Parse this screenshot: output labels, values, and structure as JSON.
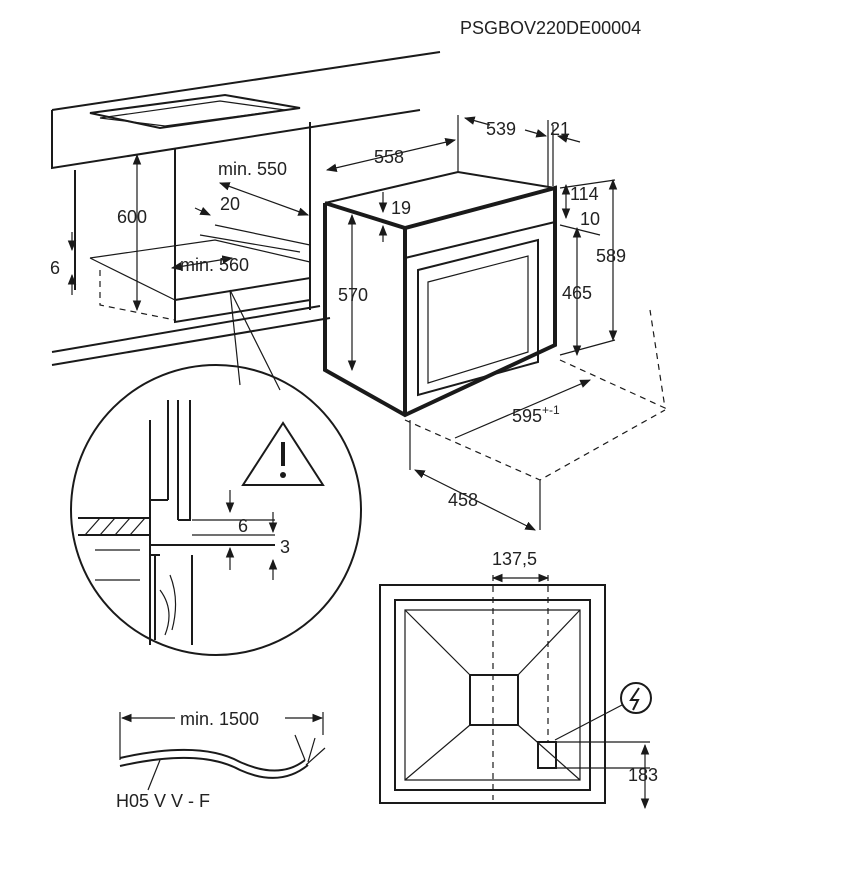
{
  "code": "PSGBOV220DE00004",
  "cabinet": {
    "depth_min": "min. 550",
    "height": "600",
    "gap": "20",
    "shelf": "6",
    "width_min": "min. 560"
  },
  "oven": {
    "depth": "558",
    "depth_body": "539",
    "front": "21",
    "top": "19",
    "height": "570",
    "panel": "114",
    "gap": "10",
    "body_height": "465",
    "total_height": "589",
    "width": "595",
    "width_tol": "+-1",
    "base_depth": "458"
  },
  "detail": {
    "gap_a": "6",
    "gap_b": "3"
  },
  "back": {
    "offset": "137,5",
    "socket_height": "183"
  },
  "cable": {
    "length": "min. 1500",
    "type": "H05 V V - F"
  },
  "icons": {
    "warning": "warning-triangle-icon",
    "power": "electric-power-icon"
  }
}
